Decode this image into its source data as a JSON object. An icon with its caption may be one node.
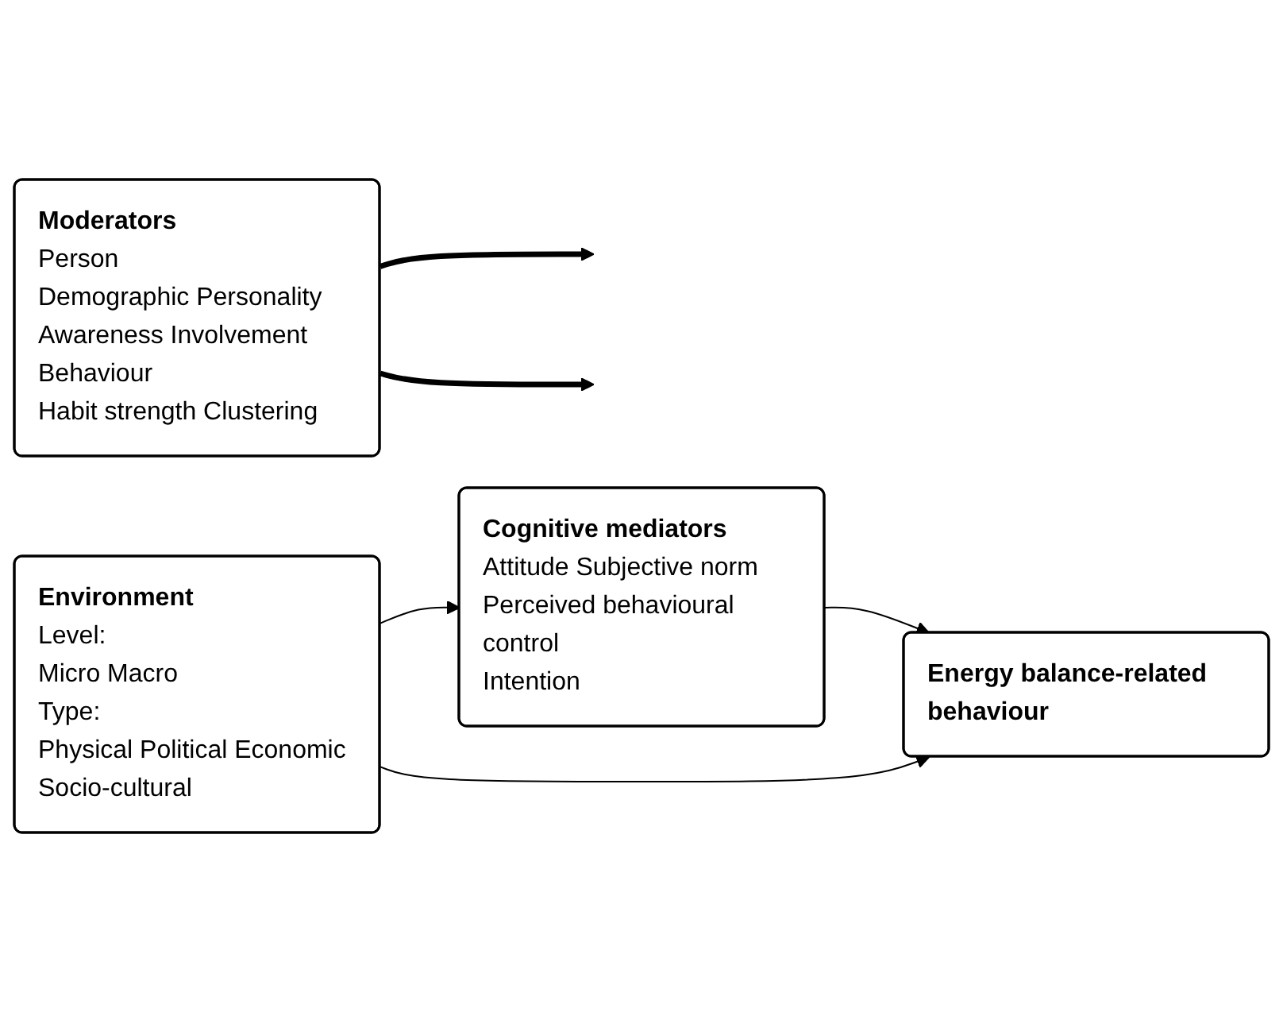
{
  "diagram": {
    "nodes": [
      {
        "text": [
          "Cognitive mediators",
          "Attitude Subjective norm Perceived behavioural control",
          "Intention"
        ]
      },
      {
        "text": [
          "Moderators",
          "Person",
          "Demographic Personality Awareness Involvement",
          "Behaviour",
          "Habit strength Clustering"
        ]
      },
      {
        "text": [
          "Environment",
          "Level:",
          "Micro Macro",
          "Type:",
          "Physical Political Economic Socio-cultural"
        ]
      },
      {
        "text": [
          "Energy balance-related behaviour"
        ]
      }
    ],
    "edges": [
      {
        "from": 2,
        "to": 0,
        "arrow": "to"
      },
      {
        "from": 0,
        "to": 3,
        "arrow": "to"
      },
      {
        "from": 2,
        "to": 3,
        "arrow": "to"
      },
      {
        "from": 1,
        "to": null,
        "arrow": "to",
        "style": "thick"
      },
      {
        "from": 1,
        "to": null,
        "arrow": "to",
        "style": "thick"
      }
    ]
  }
}
